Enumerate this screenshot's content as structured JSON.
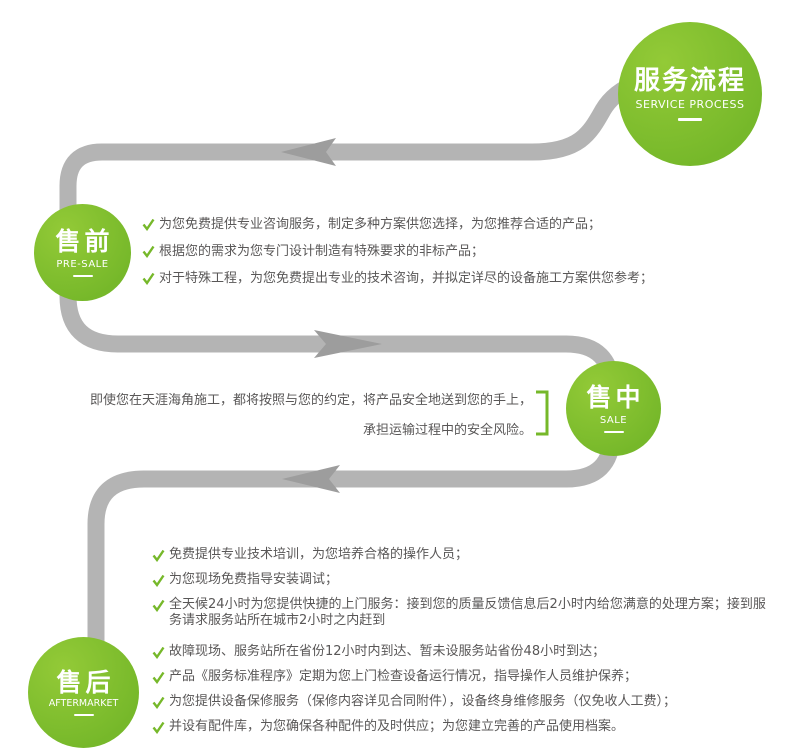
{
  "header_circle": {
    "title": "服务流程",
    "subtitle": "SERVICE PROCESS"
  },
  "stages": {
    "presale": {
      "title": "售前",
      "subtitle": "PRE-SALE",
      "items": [
        "为您免费提供专业咨询服务，制定多种方案供您选择，为您推荐合适的产品；",
        "根据您的需求为您专门设计制造有特殊要求的非标产品；",
        "对于特殊工程，为您免费提出专业的技术咨询，并拟定详尽的设备施工方案供您参考；"
      ]
    },
    "sale": {
      "title": "售中",
      "subtitle": "SALE",
      "lines": [
        "即使您在天涯海角施工，都将按照与您的约定，将产品安全地送到您的手上，",
        "承担运输过程中的安全风险。"
      ]
    },
    "aftersale": {
      "title": "售后",
      "subtitle": "AFTERMARKET",
      "items": [
        "免费提供专业技术培训，为您培养合格的操作人员；",
        "为您现场免费指导安装调试；",
        "全天候24小时为您提供快捷的上门服务：接到您的质量反馈信息后2小时内给您满意的处理方案；接到服务请求服务站所在城市2小时之内赶到",
        "故障现场、服务站所在省份12小时内到达、暂未设服务站省份48小时到达；",
        "产品《服务标准程序》定期为您上门检查设备运行情况，指导操作人员维护保养；",
        "为您提供设备保修服务（保修内容详见合同附件），设备终身维修服务（仅免收人工费）；",
        "并设有配件库，为您确保各种配件的及时供应；为您建立完善的产品使用档案。"
      ]
    }
  },
  "colors": {
    "green": "#76b82a",
    "green-light": "#93ca37",
    "path-gray": "#b4b4b4",
    "arrow-gray": "#9d9d9d",
    "text": "#595757"
  }
}
